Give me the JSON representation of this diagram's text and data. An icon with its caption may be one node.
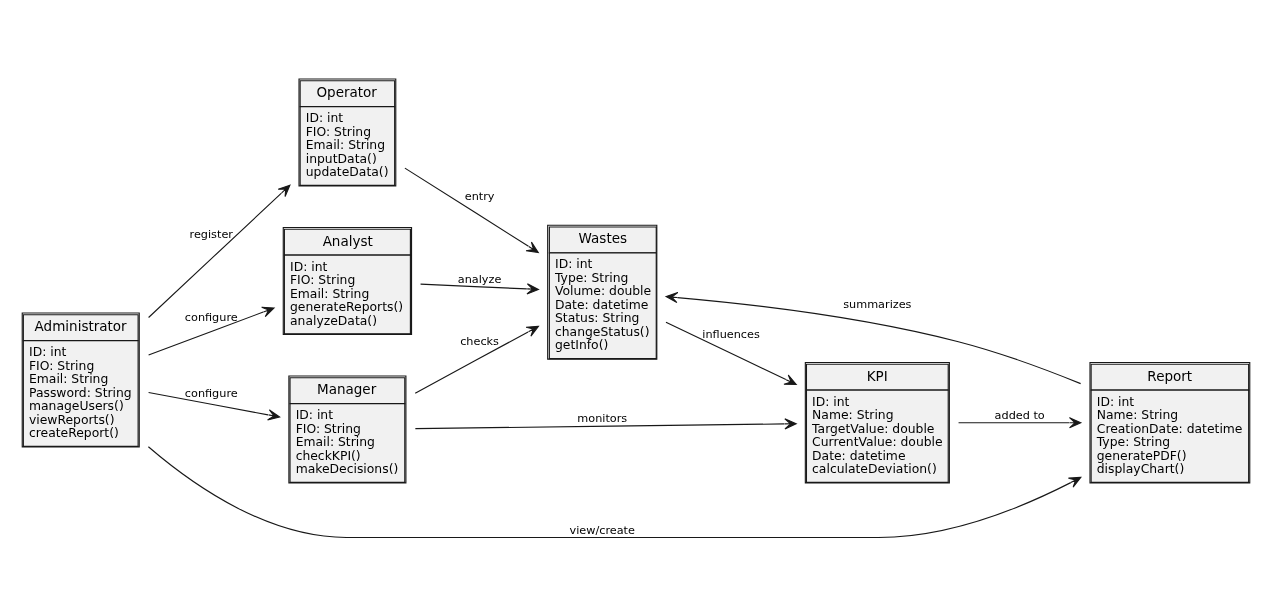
{
  "diagram": {
    "nodes": [
      {
        "text": [
          "Operator",
          "ID: int",
          "FIO: String",
          "Email: String",
          "inputData()",
          "updateData()"
        ]
      },
      {
        "text": [
          "Analyst",
          "ID: int",
          "FIO: String",
          "Email: String",
          "generateReports()",
          "analyzeData()"
        ]
      },
      {
        "text": [
          "Wastes",
          "ID: int",
          "Type: String",
          "Volume: double",
          "Date: datetime",
          "Status: String",
          "changeStatus()",
          "getInfo()"
        ]
      },
      {
        "text": [
          "Administrator",
          "ID: int",
          "FIO: String",
          "Email: String",
          "Password: String",
          "manageUsers()",
          "viewReports()",
          "createReport()"
        ]
      },
      {
        "text": [
          "Manager",
          "ID: int",
          "FIO: String",
          "Email: String",
          "checkKPI()",
          "makeDecisions()"
        ]
      },
      {
        "text": [
          "KPI",
          "ID: int",
          "Name: String",
          "TargetValue: double",
          "CurrentValue: double",
          "Date: datetime",
          "calculateDeviation()"
        ]
      },
      {
        "text": [
          "Report",
          "ID: int",
          "Name: String",
          "CreationDate: datetime",
          "Type: String",
          "generatePDF()",
          "displayChart()"
        ]
      }
    ],
    "edges": [
      {
        "from": 3,
        "to": 0,
        "arrow": "to",
        "label": "register"
      },
      {
        "from": 0,
        "to": 2,
        "arrow": "to",
        "label": "entry"
      },
      {
        "from": 3,
        "to": 1,
        "arrow": "to",
        "label": "configure"
      },
      {
        "from": 3,
        "to": 4,
        "arrow": "to",
        "label": "configure"
      },
      {
        "from": 1,
        "to": 2,
        "arrow": "to",
        "label": "analyze"
      },
      {
        "from": 4,
        "to": 2,
        "arrow": "to",
        "label": "checks"
      },
      {
        "from": 2,
        "to": 5,
        "arrow": "to",
        "label": "influences"
      },
      {
        "from": 4,
        "to": 5,
        "arrow": "to",
        "label": "monitors"
      },
      {
        "from": 5,
        "to": 6,
        "arrow": "to",
        "label": "added to"
      },
      {
        "from": 6,
        "to": 2,
        "arrow": "to",
        "label": "summarizes"
      },
      {
        "from": 3,
        "to": 6,
        "arrow": "to",
        "label": "view/create"
      }
    ]
  }
}
